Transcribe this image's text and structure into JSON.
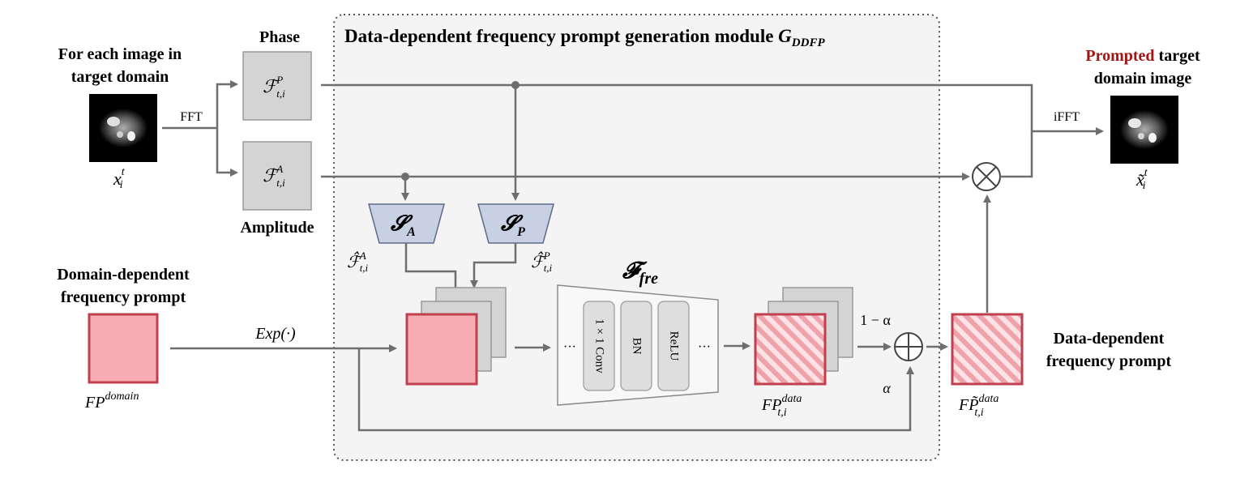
{
  "module": {
    "title_text": "Data-dependent frequency prompt generation module ",
    "title_symbol": "G",
    "title_subscript": "DDFP"
  },
  "input": {
    "caption_line1": "For each image in",
    "caption_line2": "target domain",
    "symbol": "x",
    "symbol_sup": "t",
    "symbol_sub": "i"
  },
  "transforms": {
    "fft": "FFT",
    "ifft": "iFFT",
    "exp_label": "Exp(·)"
  },
  "phase": {
    "label": "Phase",
    "symbol": "ℱ",
    "sup": "P",
    "sub": "t,i"
  },
  "amplitude": {
    "label": "Amplitude",
    "symbol": "ℱ",
    "sup": "A",
    "sub": "t,i"
  },
  "samplers": {
    "a": {
      "symbol": "𝓢",
      "sub": "A",
      "out_symbol": "ℱ̂",
      "out_sup": "A",
      "out_sub": "t,i"
    },
    "p": {
      "symbol": "𝓢",
      "sub": "P",
      "out_symbol": "ℱ̂",
      "out_sup": "P",
      "out_sub": "t,i"
    }
  },
  "domain_prompt": {
    "label_line1": "Domain-dependent",
    "label_line2": "frequency prompt",
    "symbol": "FP",
    "sup": "domain"
  },
  "ffre": {
    "symbol": "𝓕",
    "sub": "fre",
    "layers": [
      "1 × 1 Conv",
      "BN",
      "ReLU"
    ],
    "ellipsis": "···"
  },
  "fp_data": {
    "symbol": "FP",
    "sup": "data",
    "sub": "t,i"
  },
  "mix": {
    "one_minus_alpha": "1 − α",
    "alpha": "α"
  },
  "data_prompt": {
    "label_line1": "Data-dependent",
    "label_line2": "frequency prompt",
    "symbol": "FP̃",
    "sup": "data",
    "sub": "t,i"
  },
  "output": {
    "caption_highlight": "Prompted",
    "caption_rest": " target",
    "caption_line2": "domain image",
    "symbol": "x̃",
    "symbol_sup": "t",
    "symbol_sub": "i"
  },
  "colors": {
    "prompt_fill": "#f7abb2",
    "prompt_border": "#c0404f",
    "gray_box": "#d4d4d4",
    "gray_border": "#9a9a9a",
    "sampler_fill": "#c8d0e4",
    "sampler_border": "#5e6a8a",
    "line": "#6e6e6e",
    "highlight_text": "#a31515",
    "module_bg": "#f4f4f4"
  }
}
